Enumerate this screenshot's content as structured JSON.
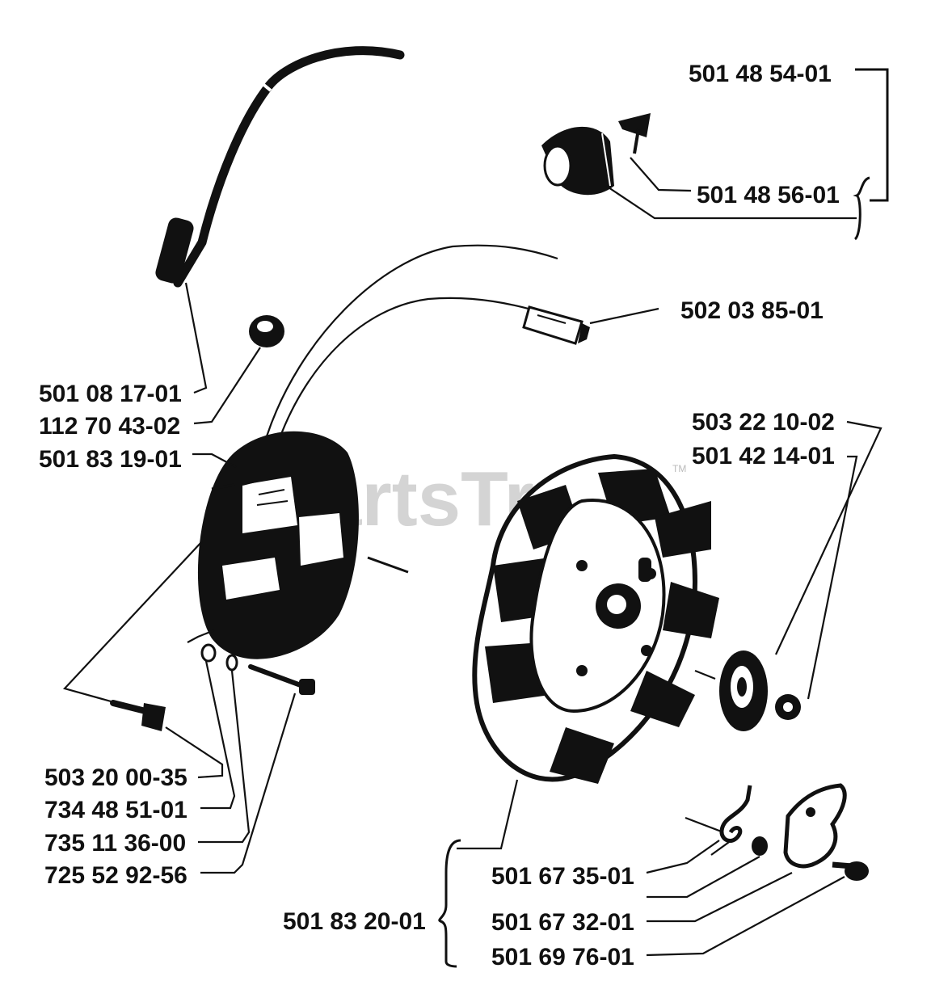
{
  "watermark": {
    "text": "PartsTree",
    "trademark": "TM"
  },
  "labels": {
    "p501485401": "501 48 54-01",
    "p501485601": "501 48 56-01",
    "p502038501": "502 03 85-01",
    "p501081701": "501 08 17-01",
    "p112704302": "112 70 43-02",
    "p501831901": "501 83 19-01",
    "p503221002": "503 22 10-02",
    "p501421401": "501 42 14-01",
    "p503200035": "503 20 00-35",
    "p734485101": "734 48 51-01",
    "p735113600": "735 11 36-00",
    "p725529256": "725 52 92-56",
    "p501673501": "501 67 35-01",
    "p501832001": "501 83 20-01",
    "p501673201": "501 67 32-01",
    "p501697601": "501 69 76-01"
  },
  "colors": {
    "ink": "#111111",
    "watermark": "#d4d4d4",
    "background": "#ffffff"
  }
}
